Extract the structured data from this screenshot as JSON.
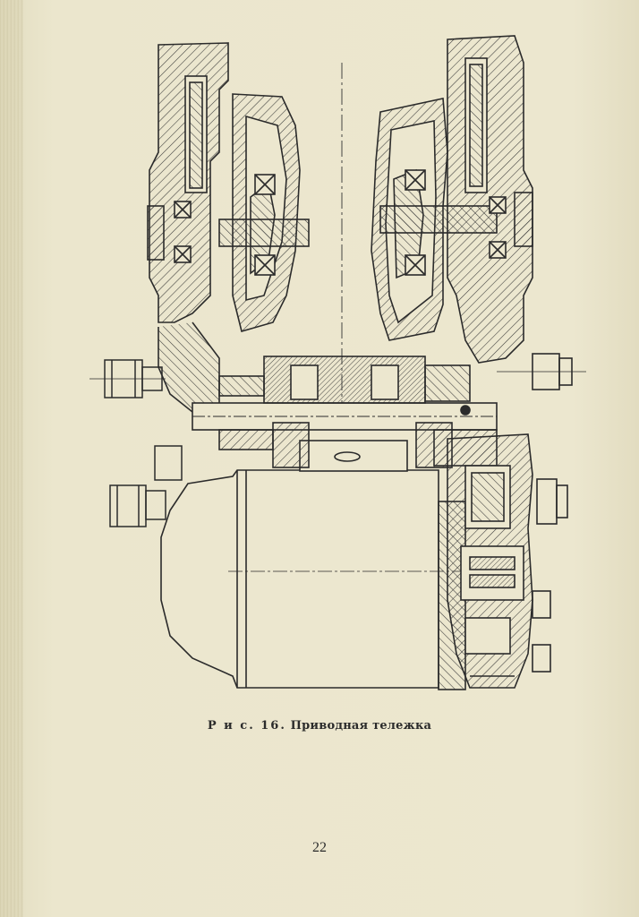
{
  "figure": {
    "label": "Р и с. 16.",
    "title": "Приводная тележка"
  },
  "page_number": "22",
  "colors": {
    "paper": "#ece7cf",
    "ink": "#2b2b2b",
    "hatch": "#4a4a4a"
  }
}
